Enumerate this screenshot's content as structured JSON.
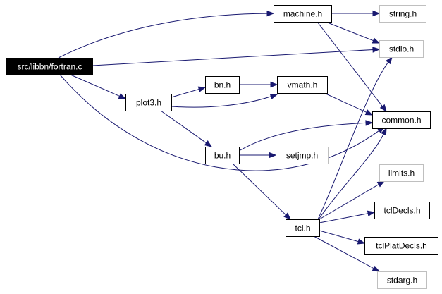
{
  "graph": {
    "colors": {
      "edge": "#191970",
      "root_fill": "#000000",
      "root_text": "#ffffff",
      "node_fill": "#ffffff",
      "node_stroke": "#000000",
      "external_stroke": "#bfbfbf",
      "text": "#000000"
    },
    "nodes": [
      {
        "id": "fortran_c",
        "label": "src/libbn/fortran.c",
        "style": "root"
      },
      {
        "id": "machine_h",
        "label": "machine.h",
        "style": "normal"
      },
      {
        "id": "string_h",
        "label": "string.h",
        "style": "external"
      },
      {
        "id": "stdio_h",
        "label": "stdio.h",
        "style": "external"
      },
      {
        "id": "plot3_h",
        "label": "plot3.h",
        "style": "normal"
      },
      {
        "id": "bn_h",
        "label": "bn.h",
        "style": "normal"
      },
      {
        "id": "vmath_h",
        "label": "vmath.h",
        "style": "normal"
      },
      {
        "id": "common_h",
        "label": "common.h",
        "style": "normal"
      },
      {
        "id": "bu_h",
        "label": "bu.h",
        "style": "normal"
      },
      {
        "id": "setjmp_h",
        "label": "setjmp.h",
        "style": "external"
      },
      {
        "id": "limits_h",
        "label": "limits.h",
        "style": "external"
      },
      {
        "id": "tcl_h",
        "label": "tcl.h",
        "style": "normal"
      },
      {
        "id": "tclDecls_h",
        "label": "tclDecls.h",
        "style": "normal"
      },
      {
        "id": "tclPlatDecls_h",
        "label": "tclPlatDecls.h",
        "style": "normal"
      },
      {
        "id": "stdarg_h",
        "label": "stdarg.h",
        "style": "external"
      }
    ],
    "edges": [
      {
        "from": "fortran_c",
        "to": "machine_h"
      },
      {
        "from": "fortran_c",
        "to": "stdio_h"
      },
      {
        "from": "fortran_c",
        "to": "plot3_h"
      },
      {
        "from": "fortran_c",
        "to": "common_h"
      },
      {
        "from": "machine_h",
        "to": "string_h"
      },
      {
        "from": "machine_h",
        "to": "stdio_h"
      },
      {
        "from": "machine_h",
        "to": "common_h"
      },
      {
        "from": "plot3_h",
        "to": "bn_h"
      },
      {
        "from": "plot3_h",
        "to": "vmath_h"
      },
      {
        "from": "plot3_h",
        "to": "bu_h"
      },
      {
        "from": "bn_h",
        "to": "vmath_h"
      },
      {
        "from": "vmath_h",
        "to": "common_h"
      },
      {
        "from": "bu_h",
        "to": "common_h"
      },
      {
        "from": "bu_h",
        "to": "setjmp_h"
      },
      {
        "from": "bu_h",
        "to": "tcl_h"
      },
      {
        "from": "tcl_h",
        "to": "stdio_h"
      },
      {
        "from": "tcl_h",
        "to": "common_h"
      },
      {
        "from": "tcl_h",
        "to": "limits_h"
      },
      {
        "from": "tcl_h",
        "to": "tclDecls_h"
      },
      {
        "from": "tcl_h",
        "to": "tclPlatDecls_h"
      },
      {
        "from": "tcl_h",
        "to": "stdarg_h"
      }
    ]
  }
}
